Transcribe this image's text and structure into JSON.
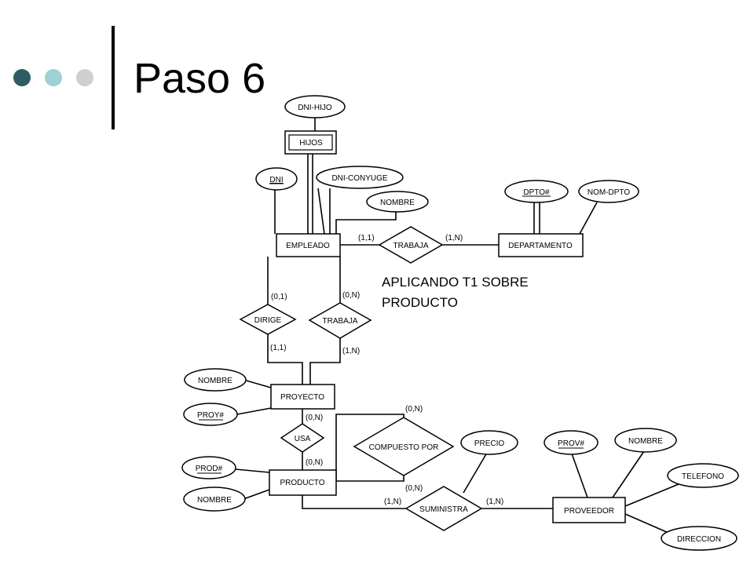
{
  "slide": {
    "title": "Paso 6",
    "dot_colors": [
      "#2e5c64",
      "#9fd0d3",
      "#cfcfcf"
    ]
  },
  "diagram": {
    "note_line1": "APLICANDO T1 SOBRE",
    "note_line2": "PRODUCTO",
    "entities": {
      "hijos": "HIJOS",
      "empleado": "EMPLEADO",
      "departamento": "DEPARTAMENTO",
      "proyecto": "PROYECTO",
      "producto": "PRODUCTO",
      "proveedor": "PROVEEDOR"
    },
    "relationships": {
      "trabaja_dept": "TRABAJA",
      "dirige": "DIRIGE",
      "trabaja_proy": "TRABAJA",
      "usa": "USA",
      "compuesto_por": "COMPUESTO POR",
      "suministra": "SUMINISTRA"
    },
    "attributes": {
      "dni_hijo": "DNI-HIJO",
      "dni": "DNI",
      "dni_conyuge": "DNI-CONYUGE",
      "nombre_empleado": "NOMBRE",
      "dpto": "DPTO#",
      "nom_dpto": "NOM-DPTO",
      "nombre_proyecto": "NOMBRE",
      "proy": "PROY#",
      "prod": "PROD#",
      "nombre_producto": "NOMBRE",
      "precio": "PRECIO",
      "prov": "PROV#",
      "nombre_proveedor": "NOMBRE",
      "telefono": "TELEFONO",
      "direccion": "DIRECCION"
    },
    "cardinalities": {
      "empleado_trabaja": "(1,1)",
      "trabaja_departamento": "(1,N)",
      "empleado_dirige": "(0,1)",
      "dirige_proyecto": "(1,1)",
      "empleado_trabaja_proy": "(0,N)",
      "trabaja_proyecto": "(1,N)",
      "proyecto_usa": "(0,N)",
      "usa_producto": "(0,N)",
      "compuesto_top": "(0,N)",
      "compuesto_bottom": "(0,N)",
      "producto_suministra": "(1,N)",
      "suministra_proveedor": "(1,N)"
    }
  }
}
